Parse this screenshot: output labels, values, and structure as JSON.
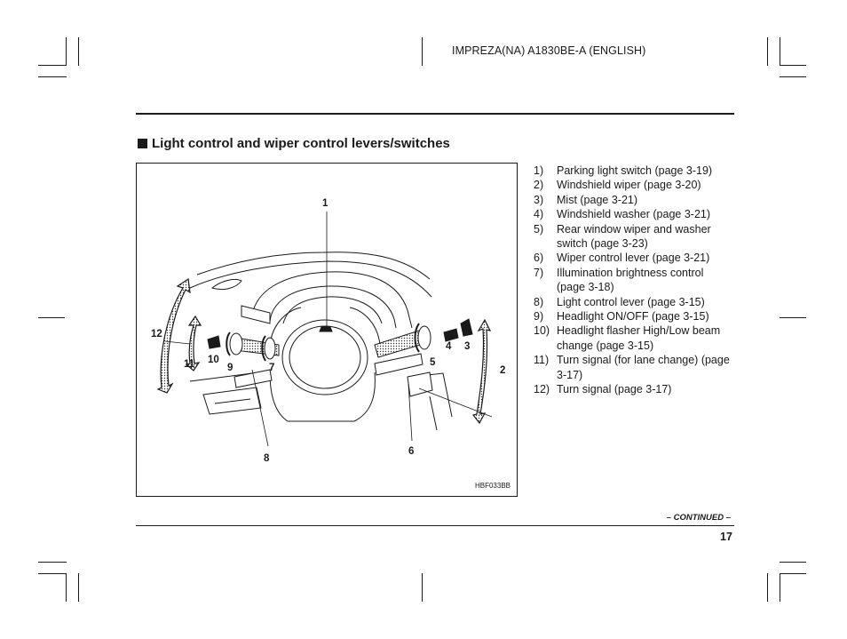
{
  "header": {
    "doc_id": "IMPREZA(NA) A1830BE-A (ENGLISH)"
  },
  "section": {
    "title": "Light control and wiper control levers/switches"
  },
  "figure": {
    "code": "HBF033BB",
    "callouts": [
      "1",
      "2",
      "3",
      "4",
      "5",
      "6",
      "7",
      "8",
      "9",
      "10",
      "11",
      "12"
    ]
  },
  "legend": [
    {
      "num": "1)",
      "text": "Parking light switch (page 3-19)"
    },
    {
      "num": "2)",
      "text": "Windshield wiper (page 3-20)"
    },
    {
      "num": "3)",
      "text": "Mist (page 3-21)"
    },
    {
      "num": "4)",
      "text": "Windshield washer (page 3-21)"
    },
    {
      "num": "5)",
      "text": "Rear window wiper and washer switch (page 3-23)"
    },
    {
      "num": "6)",
      "text": "Wiper control lever (page 3-21)"
    },
    {
      "num": "7)",
      "text": "Illumination brightness control (page 3-18)"
    },
    {
      "num": "8)",
      "text": "Light control lever (page 3-15)"
    },
    {
      "num": "9)",
      "text": "Headlight ON/OFF (page 3-15)"
    },
    {
      "num": "10)",
      "text": "Headlight flasher High/Low beam change (page 3-15)"
    },
    {
      "num": "11)",
      "text": "Turn signal (for lane change) (page 3-17)"
    },
    {
      "num": "12)",
      "text": "Turn signal (page 3-17)"
    }
  ],
  "footer": {
    "continued": "– CONTINUED –",
    "page_number": "17"
  }
}
